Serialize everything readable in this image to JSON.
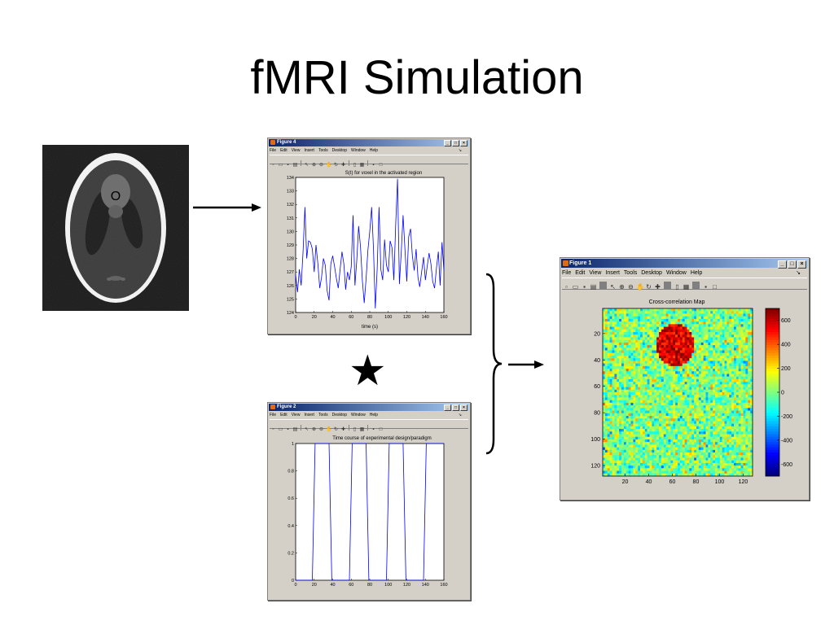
{
  "slide": {
    "title": "fMRI Simulation"
  },
  "figure4": {
    "window_title": "Figure 4",
    "menu": [
      "File",
      "Edit",
      "View",
      "Insert",
      "Tools",
      "Desktop",
      "Window",
      "Help"
    ],
    "plot_title": "S(t) for voxel in the activated region",
    "xlabel": "time (s)",
    "x_ticks": [
      "0",
      "20",
      "40",
      "60",
      "80",
      "100",
      "120",
      "140",
      "160"
    ],
    "y_ticks": [
      "124",
      "125",
      "126",
      "127",
      "128",
      "129",
      "130",
      "131",
      "132",
      "133",
      "134"
    ],
    "line_color": "#0000ff"
  },
  "figure2": {
    "window_title": "Figure 2",
    "menu": [
      "File",
      "Edit",
      "View",
      "Insert",
      "Tools",
      "Desktop",
      "Window",
      "Help"
    ],
    "plot_title": "Time course of experimental design/paradigm",
    "x_ticks": [
      "0",
      "20",
      "40",
      "60",
      "80",
      "100",
      "120",
      "140",
      "160"
    ],
    "y_ticks": [
      "0",
      "0.2",
      "0.4",
      "0.6",
      "0.8",
      "1"
    ],
    "line_color": "#0000ff"
  },
  "figure1": {
    "window_title": "Figure 1",
    "menu": [
      "File",
      "Edit",
      "View",
      "Insert",
      "Tools",
      "Desktop",
      "Window",
      "Help"
    ],
    "plot_title": "Cross-correlation Map",
    "x_ticks": [
      "20",
      "40",
      "60",
      "80",
      "100",
      "120"
    ],
    "y_ticks": [
      "20",
      "40",
      "60",
      "80",
      "100",
      "120"
    ],
    "colorbar_ticks": [
      "600",
      "400",
      "200",
      "0",
      "-200",
      "-400",
      "-600"
    ]
  },
  "symbols": {
    "convolution_star": "★",
    "phantom_marker": "O"
  },
  "chart_data": [
    {
      "type": "line",
      "title": "S(t) for voxel in the activated region",
      "xlabel": "time (s)",
      "ylabel": "",
      "xlim": [
        0,
        160
      ],
      "ylim": [
        124,
        134
      ],
      "x": [
        0,
        2,
        4,
        6,
        8,
        10,
        12,
        14,
        16,
        18,
        20,
        22,
        24,
        26,
        28,
        30,
        32,
        34,
        36,
        38,
        40,
        42,
        44,
        46,
        48,
        50,
        52,
        54,
        56,
        58,
        60,
        62,
        64,
        66,
        68,
        70,
        72,
        74,
        76,
        78,
        80,
        82,
        84,
        86,
        88,
        90,
        92,
        94,
        96,
        98,
        100,
        102,
        104,
        106,
        108,
        110,
        112,
        114,
        116,
        118,
        120,
        122,
        124,
        126,
        128,
        130,
        132,
        134,
        136,
        138,
        140,
        142,
        144,
        146,
        148,
        150,
        152,
        154,
        156,
        158,
        160
      ],
      "values": [
        126.8,
        125.5,
        127.2,
        126.0,
        128.5,
        131.8,
        128.0,
        129.3,
        129.2,
        128.7,
        127.0,
        129.0,
        127.6,
        125.8,
        126.6,
        128.0,
        127.5,
        125.6,
        124.9,
        127.6,
        128.2,
        127.4,
        126.5,
        125.8,
        127.2,
        128.5,
        127.6,
        125.7,
        127.0,
        126.4,
        127.4,
        131.2,
        126.0,
        127.9,
        130.4,
        128.9,
        126.4,
        124.7,
        126.5,
        128.6,
        130.0,
        131.8,
        128.7,
        124.3,
        127.2,
        131.8,
        127.2,
        126.4,
        129.4,
        127.5,
        127.0,
        129.3,
        128.8,
        126.4,
        130.6,
        133.9,
        126.1,
        128.5,
        131.2,
        128.7,
        126.3,
        129.6,
        130.2,
        128.2,
        127.1,
        128.7,
        126.6,
        125.9,
        127.0,
        128.1,
        126.4,
        127.4,
        128.4,
        127.6,
        126.3,
        125.8,
        127.3,
        128.5,
        126.0,
        129.2,
        127.1
      ]
    },
    {
      "type": "line",
      "title": "Time course of experimental design/paradigm",
      "xlabel": "",
      "ylabel": "",
      "xlim": [
        0,
        160
      ],
      "ylim": [
        0,
        1
      ],
      "x": [
        0,
        18,
        21,
        36,
        39,
        58,
        61,
        76,
        79,
        98,
        101,
        116,
        119,
        138,
        141,
        160
      ],
      "values": [
        0,
        0,
        1,
        1,
        0,
        0,
        1,
        1,
        0,
        0,
        1,
        1,
        0,
        0,
        1,
        1
      ]
    },
    {
      "type": "heatmap",
      "title": "Cross-correlation Map",
      "xlim": [
        1,
        128
      ],
      "ylim": [
        1,
        128
      ],
      "colorbar_range": [
        -700,
        700
      ],
      "activated_region": {
        "center_x": 62,
        "center_y": 28,
        "radius": 16
      },
      "background": "noise around 0",
      "region_value": "approximately 500 to 700"
    }
  ]
}
